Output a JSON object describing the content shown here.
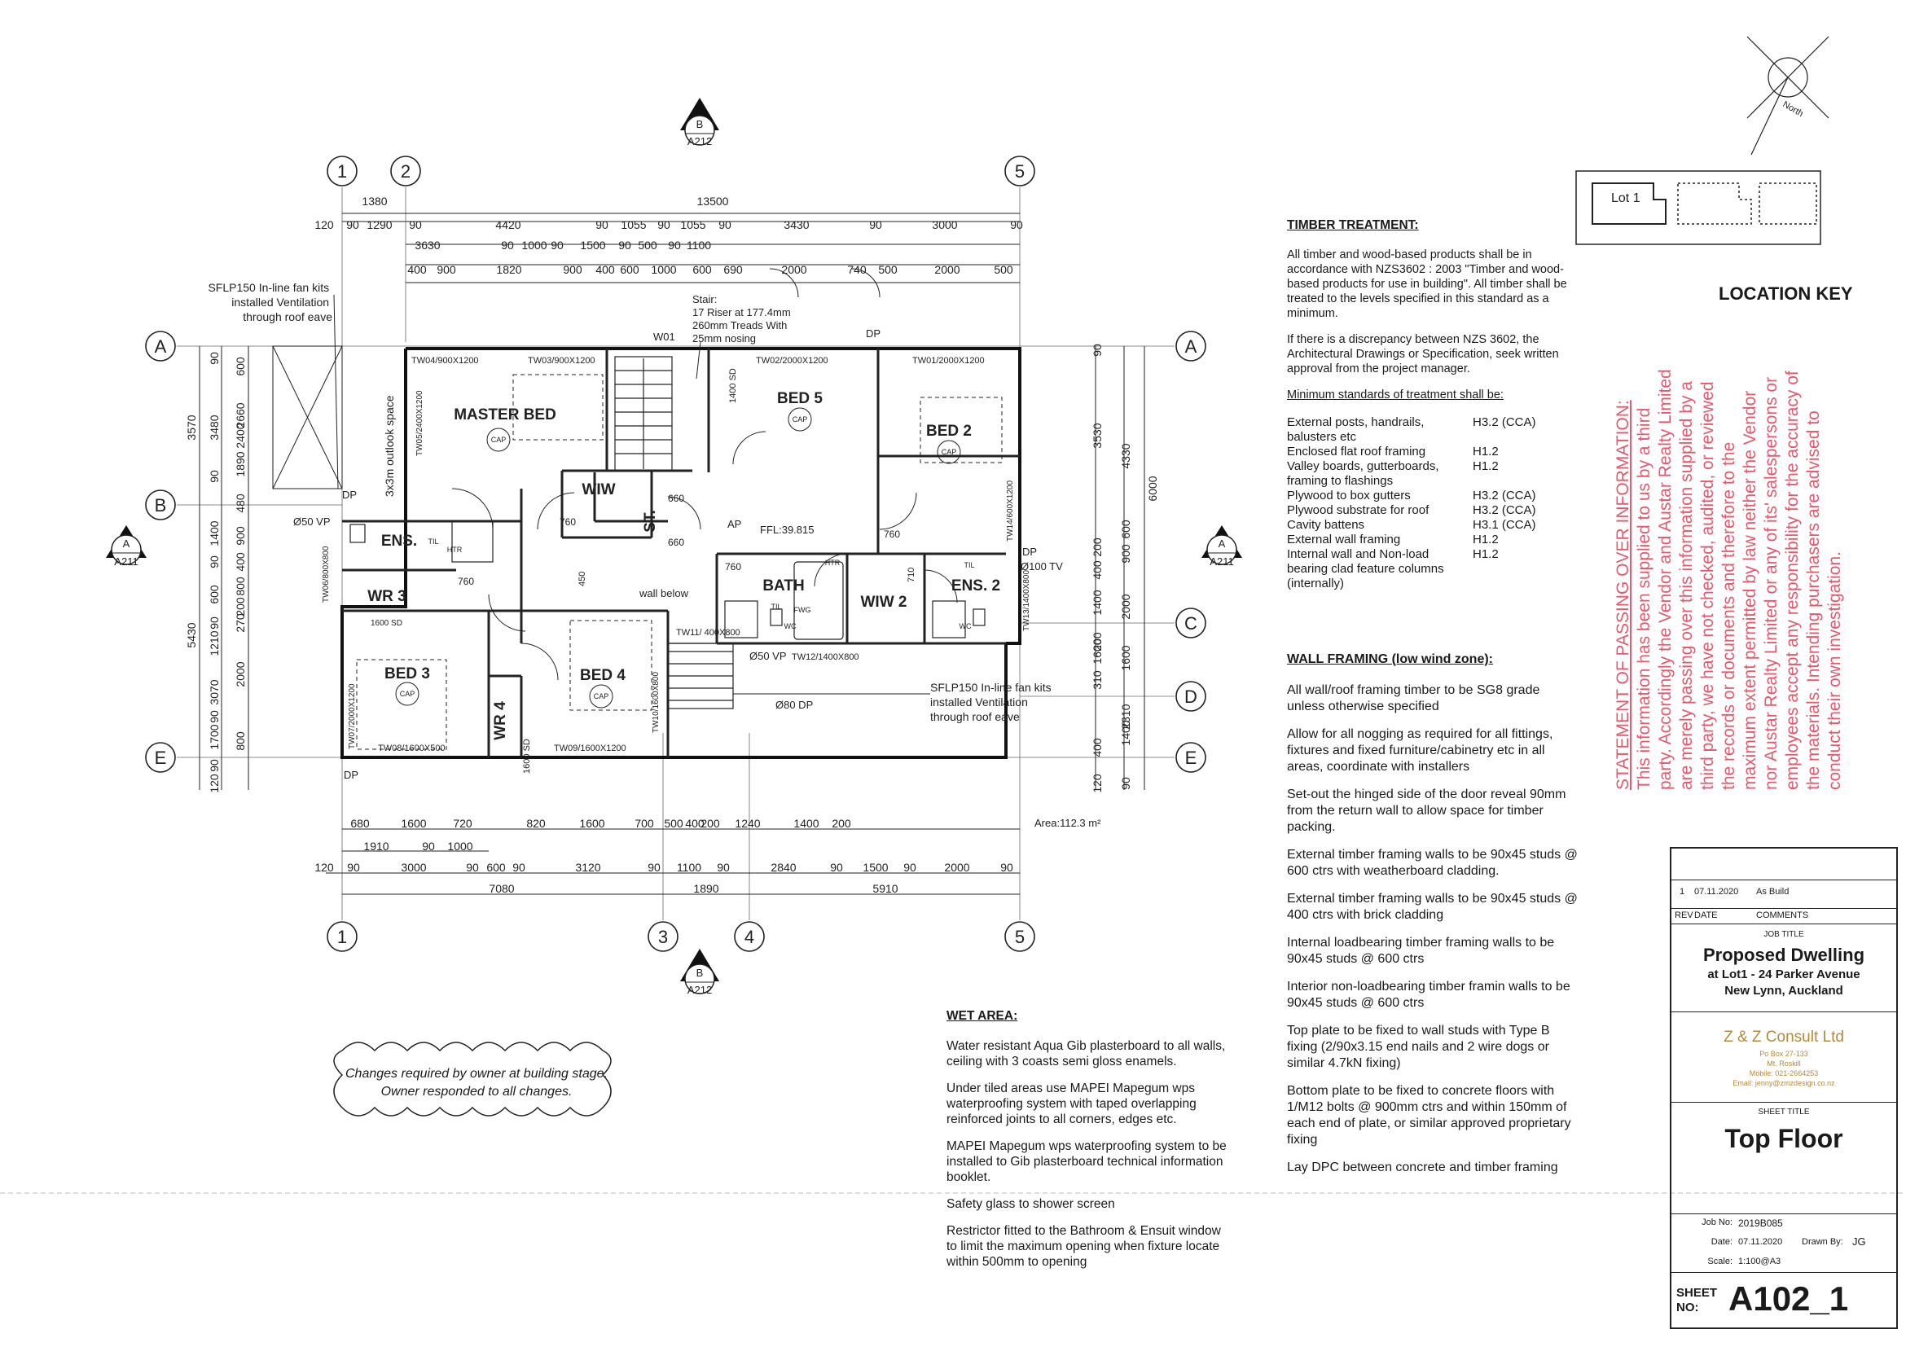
{
  "grid": {
    "cols_top": [
      "1",
      "2",
      "5"
    ],
    "cols_bottom": [
      "1",
      "3",
      "4",
      "5"
    ],
    "rows_left": [
      "A",
      "B",
      "E"
    ],
    "rows_right": [
      "A",
      "C",
      "D",
      "E"
    ]
  },
  "section_markers": {
    "b_top": {
      "letter": "B",
      "ref": "A212"
    },
    "b_bottom": {
      "letter": "B",
      "ref": "A212"
    },
    "a_left": {
      "letter": "A",
      "ref": "A211"
    },
    "a_right": {
      "letter": "A",
      "ref": "A211"
    }
  },
  "dims_top": {
    "overall": "13500",
    "d1380": "1380",
    "row1": [
      "120",
      "90",
      "1290",
      "90",
      "4420",
      "90",
      "1055",
      "90",
      "1055",
      "90",
      "3430",
      "90",
      "3000",
      "90"
    ],
    "row2": [
      "3630",
      "90",
      "1000",
      "90",
      "1500",
      "90",
      "500",
      "90",
      "1100"
    ],
    "row3": [
      "400",
      "900",
      "1820",
      "900",
      "400",
      "600",
      "1000",
      "600",
      "690",
      "2000",
      "740",
      "500",
      "2000",
      "500"
    ]
  },
  "dims_bottom": {
    "row1": [
      "680",
      "1600",
      "720",
      "820",
      "1600",
      "700",
      "500",
      "1240",
      "1400",
      "200",
      "200",
      "400"
    ],
    "row2": [
      "1910",
      "90",
      "1000"
    ],
    "row3": [
      "120",
      "90",
      "3000",
      "90",
      "600",
      "90",
      "3120",
      "90",
      "1100",
      "90",
      "2840",
      "90",
      "1500",
      "90",
      "2000",
      "90"
    ],
    "row4": [
      "7080",
      "1890",
      "5910"
    ]
  },
  "dims_left": {
    "outer": [
      "3570",
      "5430"
    ],
    "mid": [
      "90",
      "3480",
      "90",
      "1400",
      "90",
      "600",
      "90",
      "1210",
      "3070",
      "90",
      "1700",
      "90",
      "120"
    ],
    "inner": [
      "600",
      "2660",
      "1890",
      "2400",
      "480",
      "900",
      "400",
      "800",
      "200",
      "270",
      "2000",
      "800"
    ]
  },
  "dims_right": {
    "outer": [
      "6000"
    ],
    "mid": [
      "90",
      "3530",
      "400",
      "200",
      "1400",
      "200",
      "1600",
      "310",
      "400",
      "120"
    ],
    "inner": [
      "4330",
      "600",
      "900",
      "2000",
      "1600",
      "2310",
      "1400",
      "90"
    ]
  },
  "rooms": {
    "master_bed": "MASTER BED",
    "bed5": "BED 5",
    "bed2": "BED 2",
    "bed3": "BED 3",
    "bed4": "BED 4",
    "wiw": "WIW",
    "st": "ST.",
    "ens": "ENS.",
    "ens2": "ENS. 2",
    "wr3": "WR 3",
    "wr4": "WR 4",
    "bath": "BATH",
    "wiw2": "WIW 2"
  },
  "labels": {
    "fan_kit_top": "SFLP150 In-line fan kits installed Ventilation through roof eave",
    "fan_kit_bottom": "SFLP150 In-line fan kits installed Ventilation through roof eave",
    "outlook": "3x3m outlook space",
    "stair": "Stair: 17 Riser at 177.4mm 260mm Treads With 25mm nosing",
    "w01": "W01",
    "dp": "DP",
    "ap": "AP",
    "ffl": "FFL:39.815",
    "vp50": "Ø50 VP",
    "vp50b": "Ø50 VP",
    "dp80": "Ø80 DP",
    "tv100": "Ø100 TV",
    "wall_below": "wall below",
    "area": "Area:112.3 m²",
    "cap": "CAP",
    "til": "TIL",
    "htr": "HTR",
    "fwg": "FWG",
    "wc": "WC",
    "sd1600": "1600 SD",
    "sd1400": "1400 SD",
    "d760": "760",
    "d710": "710",
    "d660": "660",
    "d450": "450",
    "north": "North",
    "lot1": "Lot 1",
    "tw01": "TW01/2000X1200",
    "tw02": "TW02/2000X1200",
    "tw03": "TW03/900X1200",
    "tw04": "TW04/900X1200",
    "tw05": "TW05/2400X1200",
    "tw06": "TW06/800X800",
    "tw07": "TW07/2000X1200",
    "tw08": "TW08/1600X500",
    "tw09": "TW09/1600X1200",
    "tw10": "TW10/1600X800",
    "tw11": "TW11/ 400X800",
    "tw12": "TW12/1400X800",
    "tw13": "TW13/1400X800",
    "tw14": "TW14/600X1200"
  },
  "changes_note": "Changes required by owner at building stage. Owner responded to all changes.",
  "wet_area": {
    "title": "WET AREA:",
    "paragraphs": [
      "Water resistant Aqua Gib plasterboard to all walls, ceiling with 3 coasts semi gloss enamels.",
      "Under tiled areas use MAPEI Mapegum wps waterproofing system with taped overlapping reinforced joints to all corners, edges etc.",
      "MAPEI Mapegum wps waterproofing system to be installed to Gib plasterboard technical information booklet.",
      "Safety glass  to shower screen",
      "Restrictor fitted to the Bathroom & Ensuit window to limit the maximum opening when fixture locate within 500mm to opening"
    ]
  },
  "timber_treatment": {
    "title": "TIMBER TREATMENT:",
    "p1": "All timber and wood-based products shall be in accordance with NZS3602 : 2003 \"Timber and wood-based products for use in building\". All timber shall be treated to the levels specified in this standard as a minimum.",
    "p2": "If there is a discrepancy between NZS 3602, the Architectural Drawings or Specification, seek written approval from the project manager.",
    "subtitle": "Minimum standards of treatment shall be:",
    "rows": [
      {
        "item": "External posts, handrails, balusters etc",
        "level": "H3.2 (CCA)"
      },
      {
        "item": "Enclosed flat roof framing",
        "level": "H1.2"
      },
      {
        "item": "Valley boards, gutterboards, framing to flashings",
        "level": "H1.2"
      },
      {
        "item": "Plywood to box gutters",
        "level": "H3.2 (CCA)"
      },
      {
        "item": "Plywood substrate for roof",
        "level": "H3.2 (CCA)"
      },
      {
        "item": "Cavity battens",
        "level": "H3.1 (CCA)"
      },
      {
        "item": "External wall framing",
        "level": "H1.2"
      },
      {
        "item": "Internal wall and Non-load bearing clad feature columns (internally)",
        "level": "H1.2"
      }
    ]
  },
  "wall_framing": {
    "title": "WALL FRAMING (low wind zone):",
    "paragraphs": [
      "All wall/roof framing timber to be SG8 grade unless otherwise specified",
      "Allow for all nogging as required for all fittings, fixtures and fixed furniture/cabinetry etc in all areas, coordinate with installers",
      "Set-out the hinged side of the door reveal 90mm from the return wall to allow space for timber packing.",
      "External timber framing walls to be 90x45 studs @ 600 ctrs with weatherboard cladding.",
      "External timber framing walls to be 90x45 studs @ 400 ctrs with brick cladding",
      "Internal loadbearing timber framing walls to be 90x45 studs @ 600 ctrs",
      "Interior non-loadbearing timber framin walls to be 90x45 studs @ 600 ctrs",
      "Top plate to be fixed to wall studs with Type B fixing (2/90x3.15 end nails and 2 wire dogs or similar 4.7kN fixing)",
      "Bottom plate to be fixed to concrete floors with 1/M12 bolts @ 900mm ctrs and within 150mm of each end of plate, or similar approved proprietary fixing",
      "Lay DPC between concrete and timber framing"
    ]
  },
  "location_key": "LOCATION KEY",
  "stamp": {
    "title": "STATEMENT OF PASSING OVER INFORMATION:",
    "body": "This information has been supplied to us by a third party. Accordingly the Vendor and Austar Realty Limited are merely passing over this information supplied by a third party, we have not checked, audited, or reviewed the records or documents and therefore to the maximum extent permitted by law neither the Vendor nor Austar Realty Limited or any of its' salespersons or employees accept any responsibility for the accuracy of the materials. Intending purchasers are advised to conduct their own investigation."
  },
  "title_block": {
    "rev_no": "1",
    "rev_date": "07.11.2020",
    "rev_comment": "As Build",
    "rev_h": "REV",
    "date_h": "DATE",
    "comments_h": "COMMENTS",
    "job_title_h": "JOB TITLE",
    "job_title": "Proposed Dwelling",
    "job_addr1": "at Lot1 - 24 Parker Avenue",
    "job_addr2": "New Lynn, Auckland",
    "company": "Z & Z Consult Ltd",
    "company_l1": "Po Box 27-133",
    "company_l2": "Mt. Roskill",
    "company_l3": "Mobile: 021-2664253",
    "company_l4": "Email: jenny@zmzdesign.co.nz",
    "sheet_title_h": "SHEET TITLE",
    "sheet_title": "Top  Floor",
    "job_no_h": "Job No:",
    "job_no": "2019B085",
    "date_label": "Date:",
    "date": "07.11.2020",
    "drawn_h": "Drawn By:",
    "drawn": "JG",
    "scale_h": "Scale:",
    "scale": "1:100@A3",
    "sheet_no_h": "SHEET NO:",
    "sheet_no": "A102_1"
  }
}
